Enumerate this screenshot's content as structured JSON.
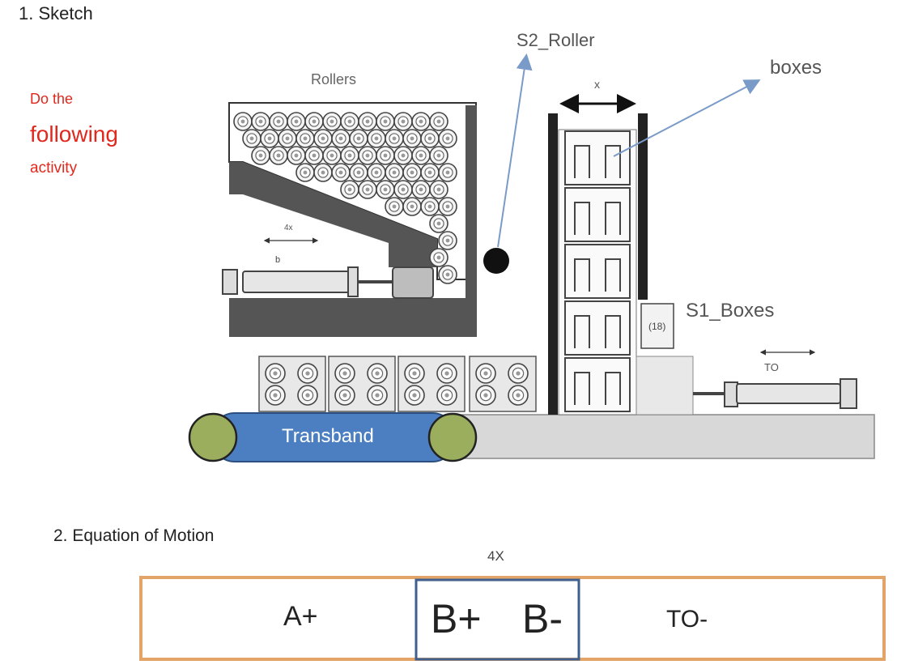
{
  "section1": {
    "title": "1. Sketch"
  },
  "instructions": {
    "line1": "Do the",
    "line2": "following",
    "line3": "activity"
  },
  "labels": {
    "rollers": "Rollers",
    "s2": "S2_Roller",
    "boxes": "boxes",
    "x": "x",
    "four_x_small": "4x",
    "b_small": "b",
    "s1": "S1_Boxes",
    "sensor_num": "(18)",
    "to": "TO",
    "transband": "Transband"
  },
  "section2": {
    "title": "2. Equation of Motion"
  },
  "sequence": {
    "group_label": "4X",
    "step_a": "A+",
    "step_b_plus": "B+",
    "step_b_minus": "B-",
    "step_to": "TO-"
  },
  "colors": {
    "belt": "#4c7fc2",
    "pulley": "#9aae5e",
    "sequence_border": "#e3a468",
    "group_border": "#3f5f8f",
    "arrow": "#7a9bc8",
    "instruction_text": "#e0281e"
  }
}
